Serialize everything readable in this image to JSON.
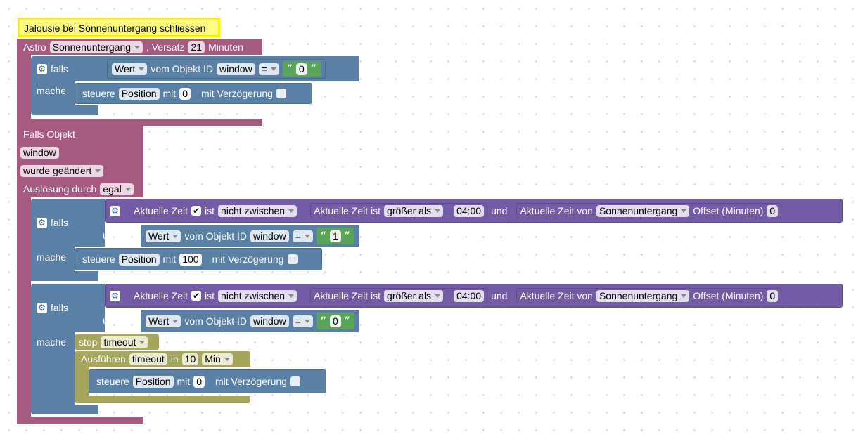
{
  "comment": "Jalousie bei Sonnenuntergang schliessen",
  "astro": {
    "label": "Astro",
    "event": "Sonnenuntergang",
    "offset_label": ", Versatz",
    "offset": "21",
    "unit": "Minuten"
  },
  "common": {
    "falls": "falls",
    "mache": "mache",
    "und": "und",
    "wert": "Wert",
    "vom_objekt_id": "vom Objekt ID",
    "eq": "=",
    "steuere": "steuere",
    "position": "Position",
    "mit": "mit",
    "mit_verzoegerung": "mit Verzögerung",
    "aktuelle_zeit": "Aktuelle Zeit",
    "ist": "ist",
    "nicht_zwischen": "nicht zwischen",
    "aktuelle_zeit_ist": "Aktuelle Zeit ist",
    "groesser_als": "größer als",
    "time": "04:00",
    "aktuelle_zeit_von": "Aktuelle Zeit von",
    "sonnenuntergang": "Sonnenuntergang",
    "offset_minuten": "Offset (Minuten)",
    "offset_value": "0",
    "window": "window"
  },
  "block1": {
    "compare_value": "0",
    "position_value": "0"
  },
  "trigger": {
    "label": "Falls Objekt",
    "object": "window",
    "event": "wurde geändert",
    "trigger_label": "Auslösung durch",
    "trigger_value": "egal"
  },
  "if1": {
    "compare_value": "1",
    "position_value": "100"
  },
  "if2": {
    "compare_value": "0",
    "stop_label": "stop",
    "stop_value": "timeout",
    "ausfuehren": "Ausführen",
    "timer_name": "timeout",
    "in_label": "in",
    "duration": "10",
    "duration_unit": "Min",
    "position_value": "0"
  }
}
